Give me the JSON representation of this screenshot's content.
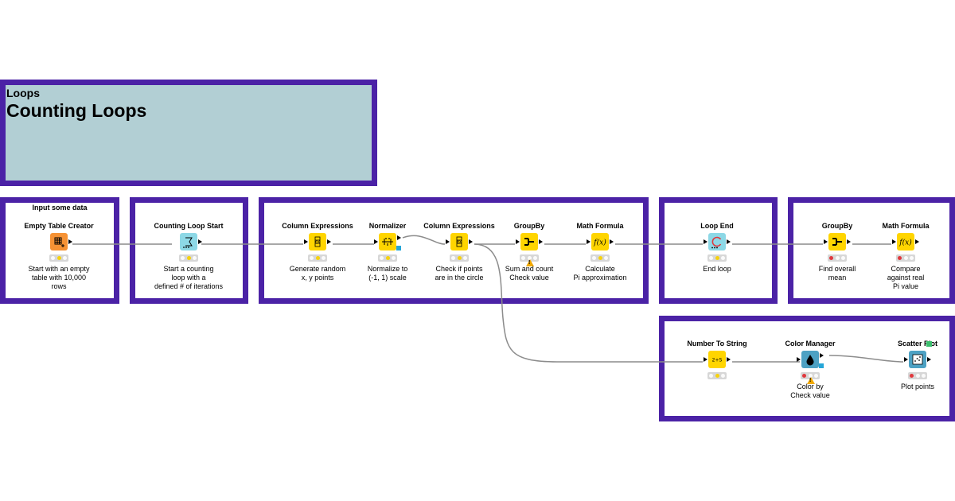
{
  "header": {
    "category": "Loops",
    "title": "Counting Loops"
  },
  "annotations": {
    "input_label": "Input some data"
  },
  "colors": {
    "annotation_border": "#4b22a6",
    "header_background": "#b2cfd4",
    "source_node": "#f69234",
    "manipulator_node": "#ffd500",
    "loop_node": "#8dd8e6",
    "visualizer_node": "#4da1c3"
  },
  "nodes": [
    {
      "title": "Empty Table Creator",
      "icon": "table-creator-icon",
      "status": [
        "gray",
        "yellow",
        "gray"
      ],
      "desc": [
        "Start with an empty",
        "table with 10,000",
        "rows"
      ]
    },
    {
      "title": "Counting Loop Start",
      "icon": "counting-loop-start-icon",
      "status": [
        "gray",
        "yellow",
        "gray"
      ],
      "desc": [
        "Start a counting",
        "loop with a",
        "defined # of iterations"
      ]
    },
    {
      "title": "Column Expressions",
      "icon": "column-expressions-icon",
      "status": [
        "gray",
        "yellow",
        "gray"
      ],
      "desc": [
        "Generate random",
        "x, y points"
      ]
    },
    {
      "title": "Normalizer",
      "icon": "normalizer-icon",
      "status": [
        "gray",
        "yellow",
        "gray"
      ],
      "desc": [
        "Normalize to",
        "(-1, 1) scale"
      ]
    },
    {
      "title": "Column Expressions",
      "icon": "column-expressions-icon",
      "status": [
        "gray",
        "yellow",
        "gray"
      ],
      "desc": [
        "Check if points",
        "are in the circle"
      ]
    },
    {
      "title": "GroupBy",
      "icon": "groupby-icon",
      "status": [
        "gray",
        "gray",
        "gray"
      ],
      "warning": true,
      "desc": [
        "Sum and count",
        "Check value"
      ]
    },
    {
      "title": "Math Formula",
      "icon": "math-formula-icon",
      "status": [
        "gray",
        "yellow",
        "gray"
      ],
      "desc": [
        "Calculate",
        "Pi approximation"
      ]
    },
    {
      "title": "Loop End",
      "icon": "loop-end-icon",
      "status": [
        "gray",
        "yellow",
        "gray"
      ],
      "desc": [
        "End loop"
      ]
    },
    {
      "title": "GroupBy",
      "icon": "groupby-icon",
      "status": [
        "red",
        "gray",
        "gray"
      ],
      "desc": [
        "Find overall",
        "mean"
      ]
    },
    {
      "title": "Math Formula",
      "icon": "math-formula-icon",
      "status": [
        "red",
        "gray",
        "gray"
      ],
      "desc": [
        "Compare",
        "against real",
        "Pi value"
      ]
    },
    {
      "title": "Number To String",
      "icon": "number-to-string-icon",
      "icon_text": "2+S",
      "status": [
        "gray",
        "yellow",
        "gray"
      ],
      "desc": []
    },
    {
      "title": "Color Manager",
      "icon": "color-manager-icon",
      "status": [
        "red",
        "gray",
        "gray"
      ],
      "warning": true,
      "desc": [
        "Color by",
        "Check value"
      ]
    },
    {
      "title": "Scatter Plot",
      "icon": "scatter-plot-icon",
      "status": [
        "red",
        "gray",
        "gray"
      ],
      "desc": [
        "Plot points"
      ]
    }
  ]
}
